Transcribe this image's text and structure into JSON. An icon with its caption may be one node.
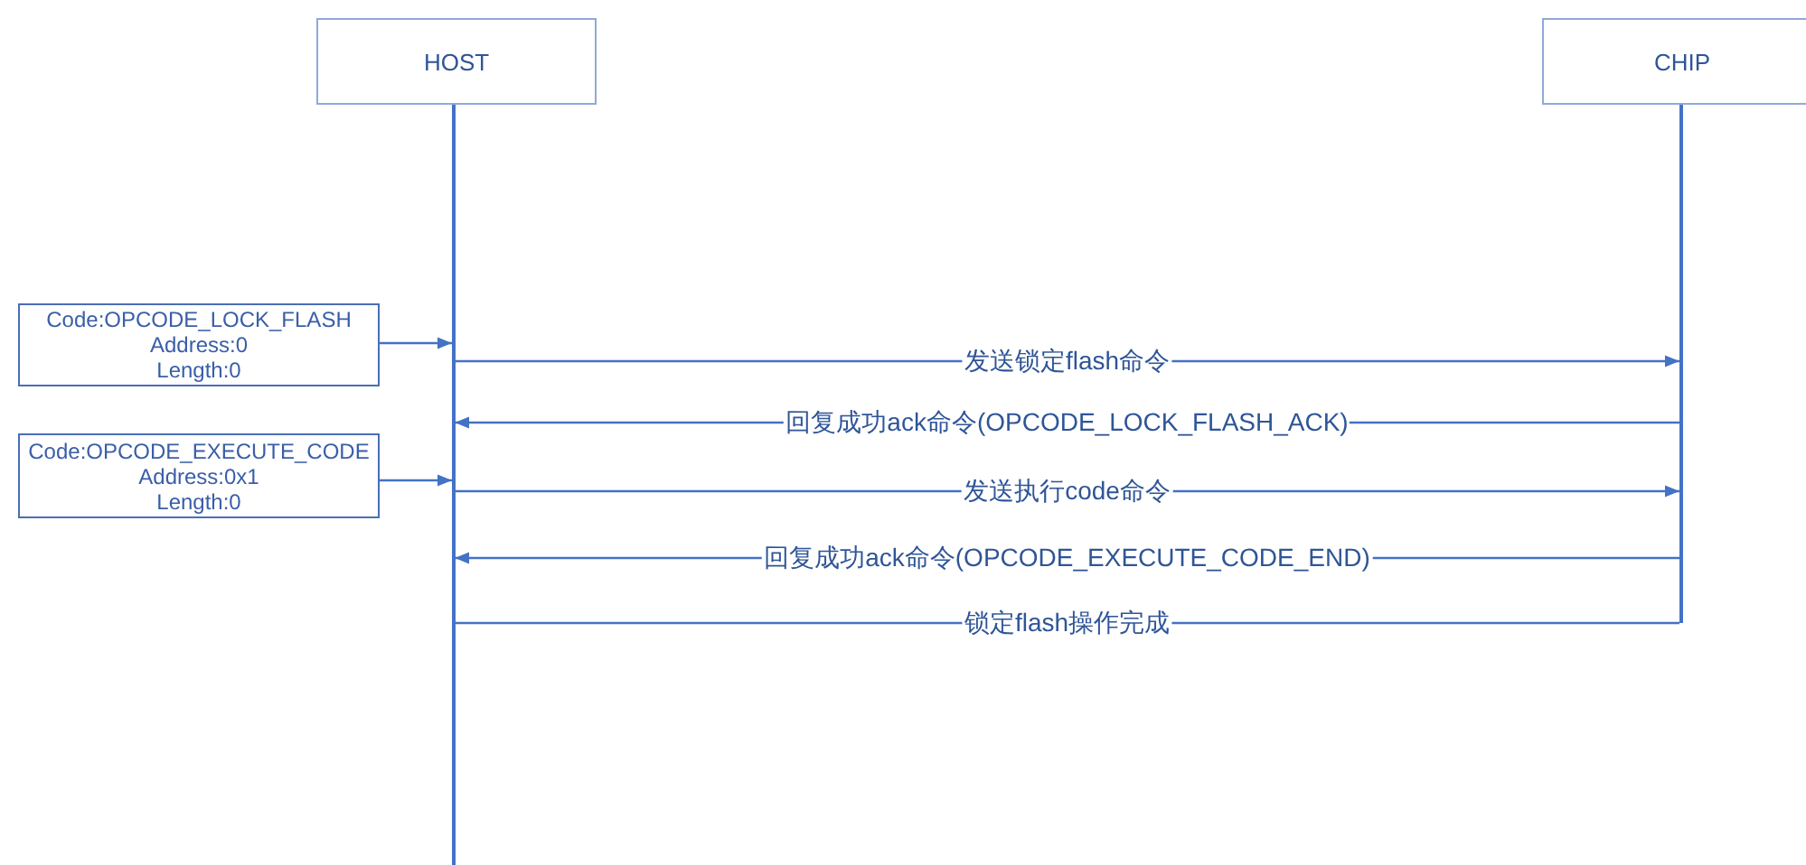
{
  "diagram": {
    "nodes": [
      {
        "text": [
          "HOST"
        ]
      },
      {
        "text": [
          "CHIP"
        ]
      },
      {
        "text": [],
        "shape": "bar"
      },
      {
        "text": [],
        "shape": "bar"
      },
      {
        "text": [
          "Code:OPCODE_LOCK_FLASH",
          "Address:0",
          "Length:0"
        ]
      },
      {
        "text": [
          "Code:OPCODE_EXECUTE_CODE",
          "Address:0x1",
          "Length:0"
        ]
      }
    ],
    "edges": [
      {
        "from": 4,
        "to": 2,
        "arrow": "to"
      },
      {
        "from": 2,
        "to": 3,
        "arrow": "to",
        "label": "发送锁定flash命令"
      },
      {
        "from": 3,
        "to": 2,
        "arrow": "to",
        "label": "回复成功ack命令(OPCODE_LOCK_FLASH_ACK)"
      },
      {
        "from": 5,
        "to": 2,
        "arrow": "to"
      },
      {
        "from": 2,
        "to": 3,
        "arrow": "to",
        "label": "发送执行code命令"
      },
      {
        "from": 3,
        "to": 2,
        "arrow": "to",
        "label": "回复成功ack命令(OPCODE_EXECUTE_CODE_END)"
      },
      {
        "from": 2,
        "to": 3,
        "arrow": "none",
        "label": "锁定flash操作完成"
      }
    ]
  }
}
